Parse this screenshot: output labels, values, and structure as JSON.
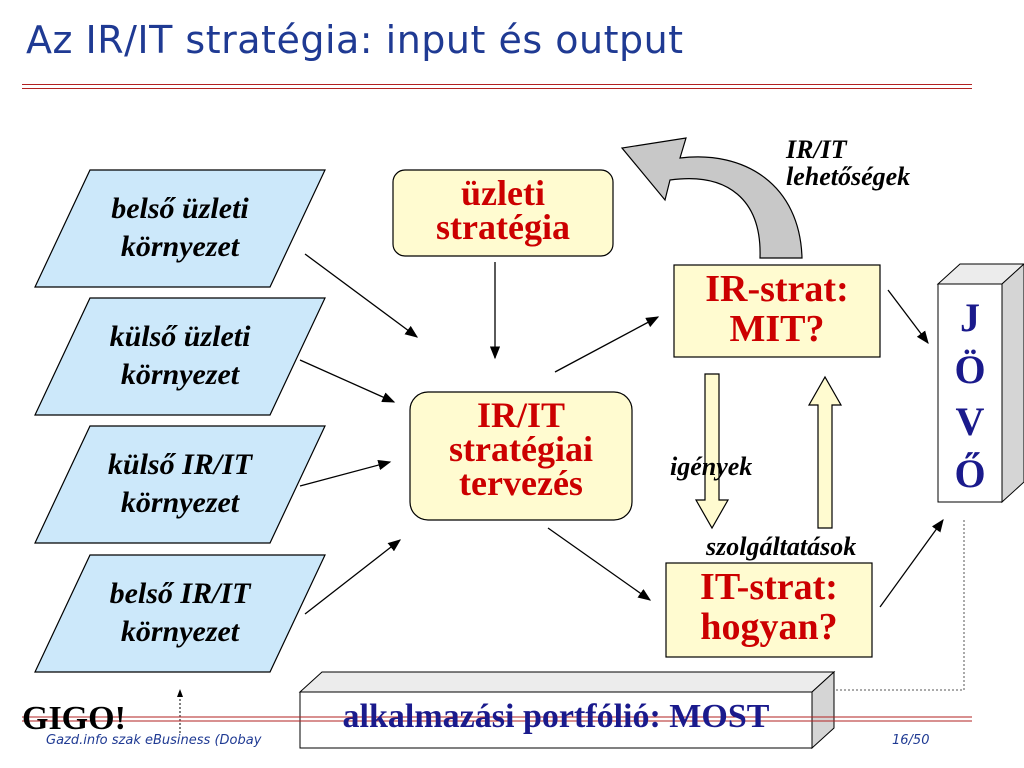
{
  "slide": {
    "title": "Az IR/IT stratégia: input és output",
    "footer_left": "Gazd.info szak eBusiness (Dobay",
    "page": "16/50"
  },
  "inputs": [
    {
      "line1": "belső üzleti",
      "line2": "környezet"
    },
    {
      "line1": "külső üzleti",
      "line2": "környezet"
    },
    {
      "line1": "külső IR/IT",
      "line2": "környezet"
    },
    {
      "line1": "belső IR/IT",
      "line2": "környezet"
    }
  ],
  "business_strategy": {
    "line1": "üzleti",
    "line2": "stratégia"
  },
  "planning": {
    "line1": "IR/IT",
    "line2": "stratégiai",
    "line3": "tervezés"
  },
  "ir_strat": {
    "line1": "IR-strat:",
    "line2": "MIT?"
  },
  "it_strat": {
    "line1": "IT-strat:",
    "line2": "hogyan?"
  },
  "opportunities": {
    "line1": "IR/IT",
    "line2": "lehetőségek"
  },
  "needs_label": "igények",
  "services_label": "szolgáltatások",
  "future": {
    "l1": "J",
    "l2": "Ö",
    "l3": "V",
    "l4": "Ő"
  },
  "portfolio": "alkalmazási portfólió: MOST",
  "gigo": "GIGO!",
  "colors": {
    "title": "#1f3a93",
    "parallelogram_fill": "#cce8fa",
    "box_fill": "#fffbd0",
    "red_text": "#cc0000",
    "navy_text": "#1a1a8c"
  }
}
